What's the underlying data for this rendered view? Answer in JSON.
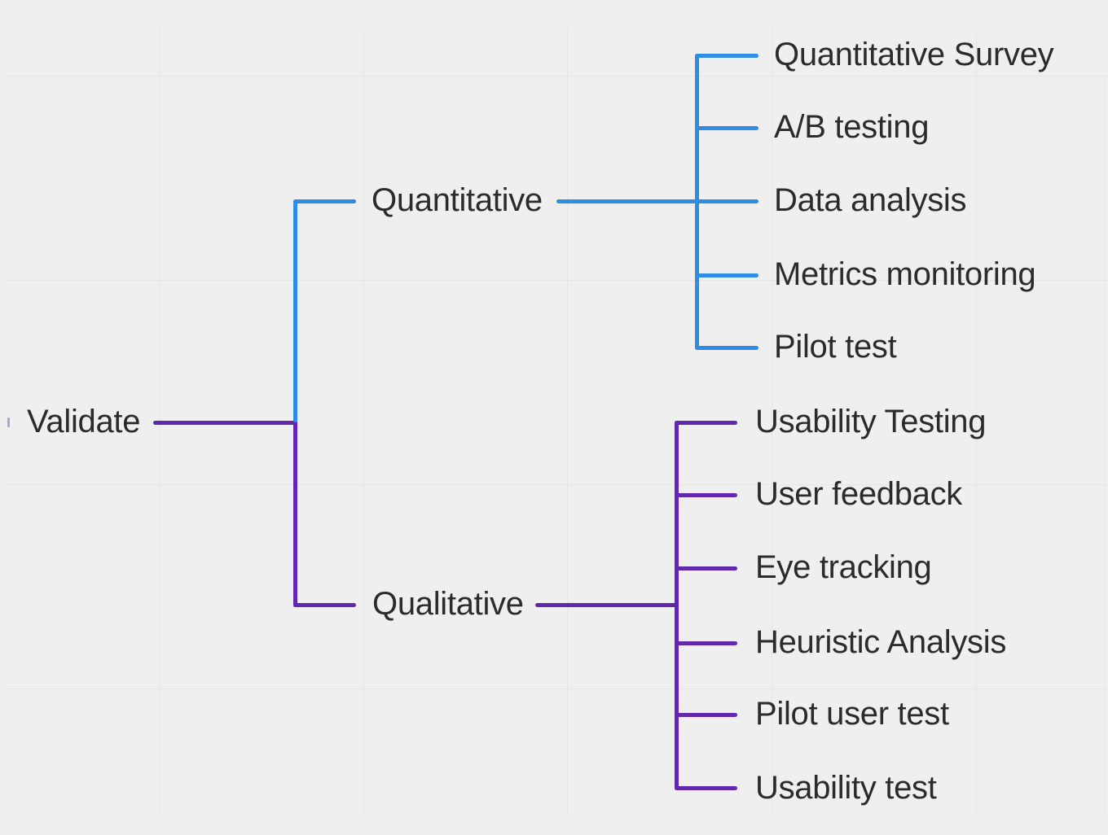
{
  "diagram": {
    "type": "mindmap-tree",
    "root": {
      "label": "Validate"
    },
    "branches": [
      {
        "label": "Quantitative",
        "color": "#2e8ce4",
        "children": [
          "Quantitative Survey",
          "A/B testing",
          "Data analysis",
          "Metrics monitoring",
          "Pilot test"
        ]
      },
      {
        "label": "Qualitative",
        "color": "#6128ae",
        "children": [
          "Usability Testing",
          "User feedback",
          "Eye tracking",
          "Heuristic Analysis",
          "Pilot user test",
          "Usability test"
        ]
      }
    ]
  },
  "canvas": {
    "background_color": "#efeff0",
    "gridline_color": "#e5e5e8",
    "text_color": "#2b2b2b",
    "collapsed_parent_tick_color": "#b39ddb"
  }
}
